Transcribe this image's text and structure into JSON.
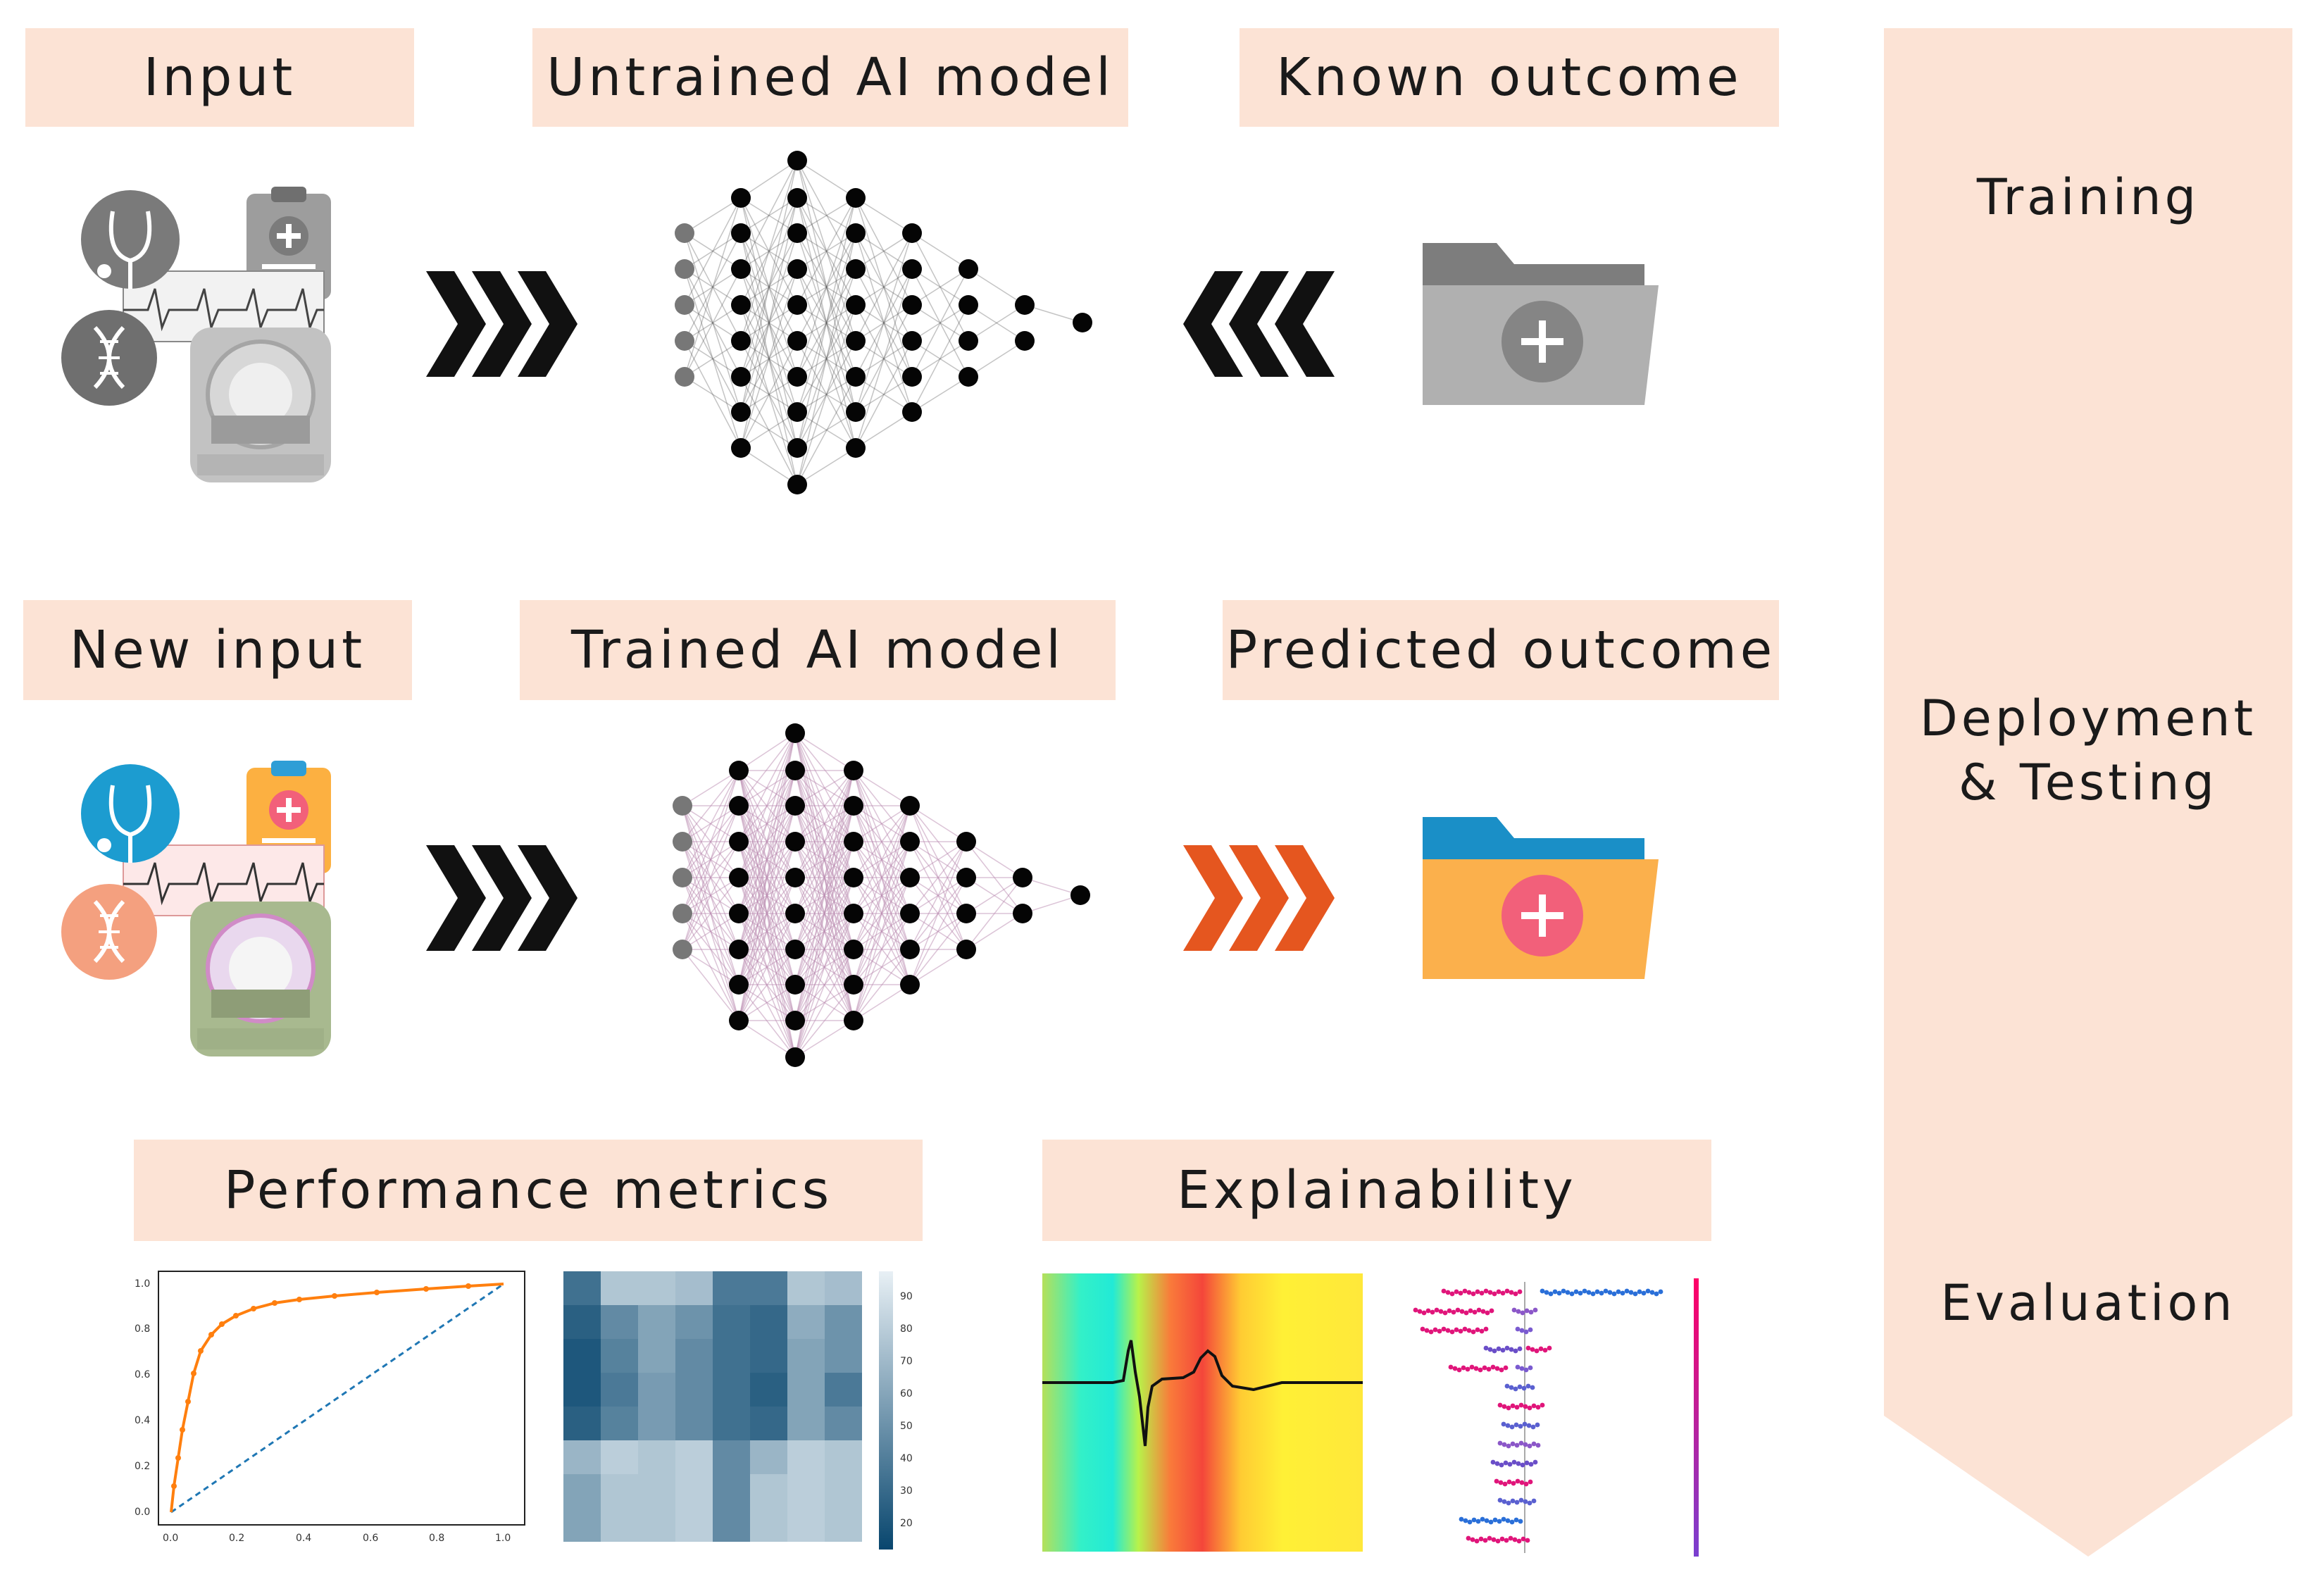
{
  "row1": {
    "input": "Input",
    "model": "Untrained AI model",
    "outcome": "Known outcome"
  },
  "row2": {
    "input": "New input",
    "model": "Trained AI model",
    "outcome": "Predicted outcome"
  },
  "row3": {
    "metrics": "Performance metrics",
    "explain": "Explainability"
  },
  "stages": {
    "training": "Training",
    "deployment_l1": "Deployment",
    "deployment_l2": "& Testing",
    "evaluation": "Evaluation"
  },
  "colors": {
    "header_bg": "#fce3d5",
    "arrow_dark": "#111111",
    "arrow_orange": "#e5561f",
    "folder_gray": "#a8a8a8",
    "folder_blue": "#1a8fc7",
    "folder_orange": "#fbb04c",
    "plus_pink": "#f2607a"
  },
  "icons": [
    "stethoscope-icon",
    "clipboard-icon",
    "ecg-strip-icon",
    "dna-icon",
    "mri-scanner-icon",
    "neural-network-icon",
    "chevron-arrows-icon",
    "folder-plus-icon"
  ],
  "roc": {
    "xticks": [
      "0.0",
      "0.2",
      "0.4",
      "0.6",
      "0.8",
      "1.0"
    ],
    "yticks": [
      "0.0",
      "0.2",
      "0.4",
      "0.6",
      "0.8",
      "1.0"
    ]
  },
  "heatmap": {
    "colorbar_ticks": [
      "90",
      "80",
      "70",
      "60",
      "50",
      "40",
      "30",
      "20"
    ]
  }
}
